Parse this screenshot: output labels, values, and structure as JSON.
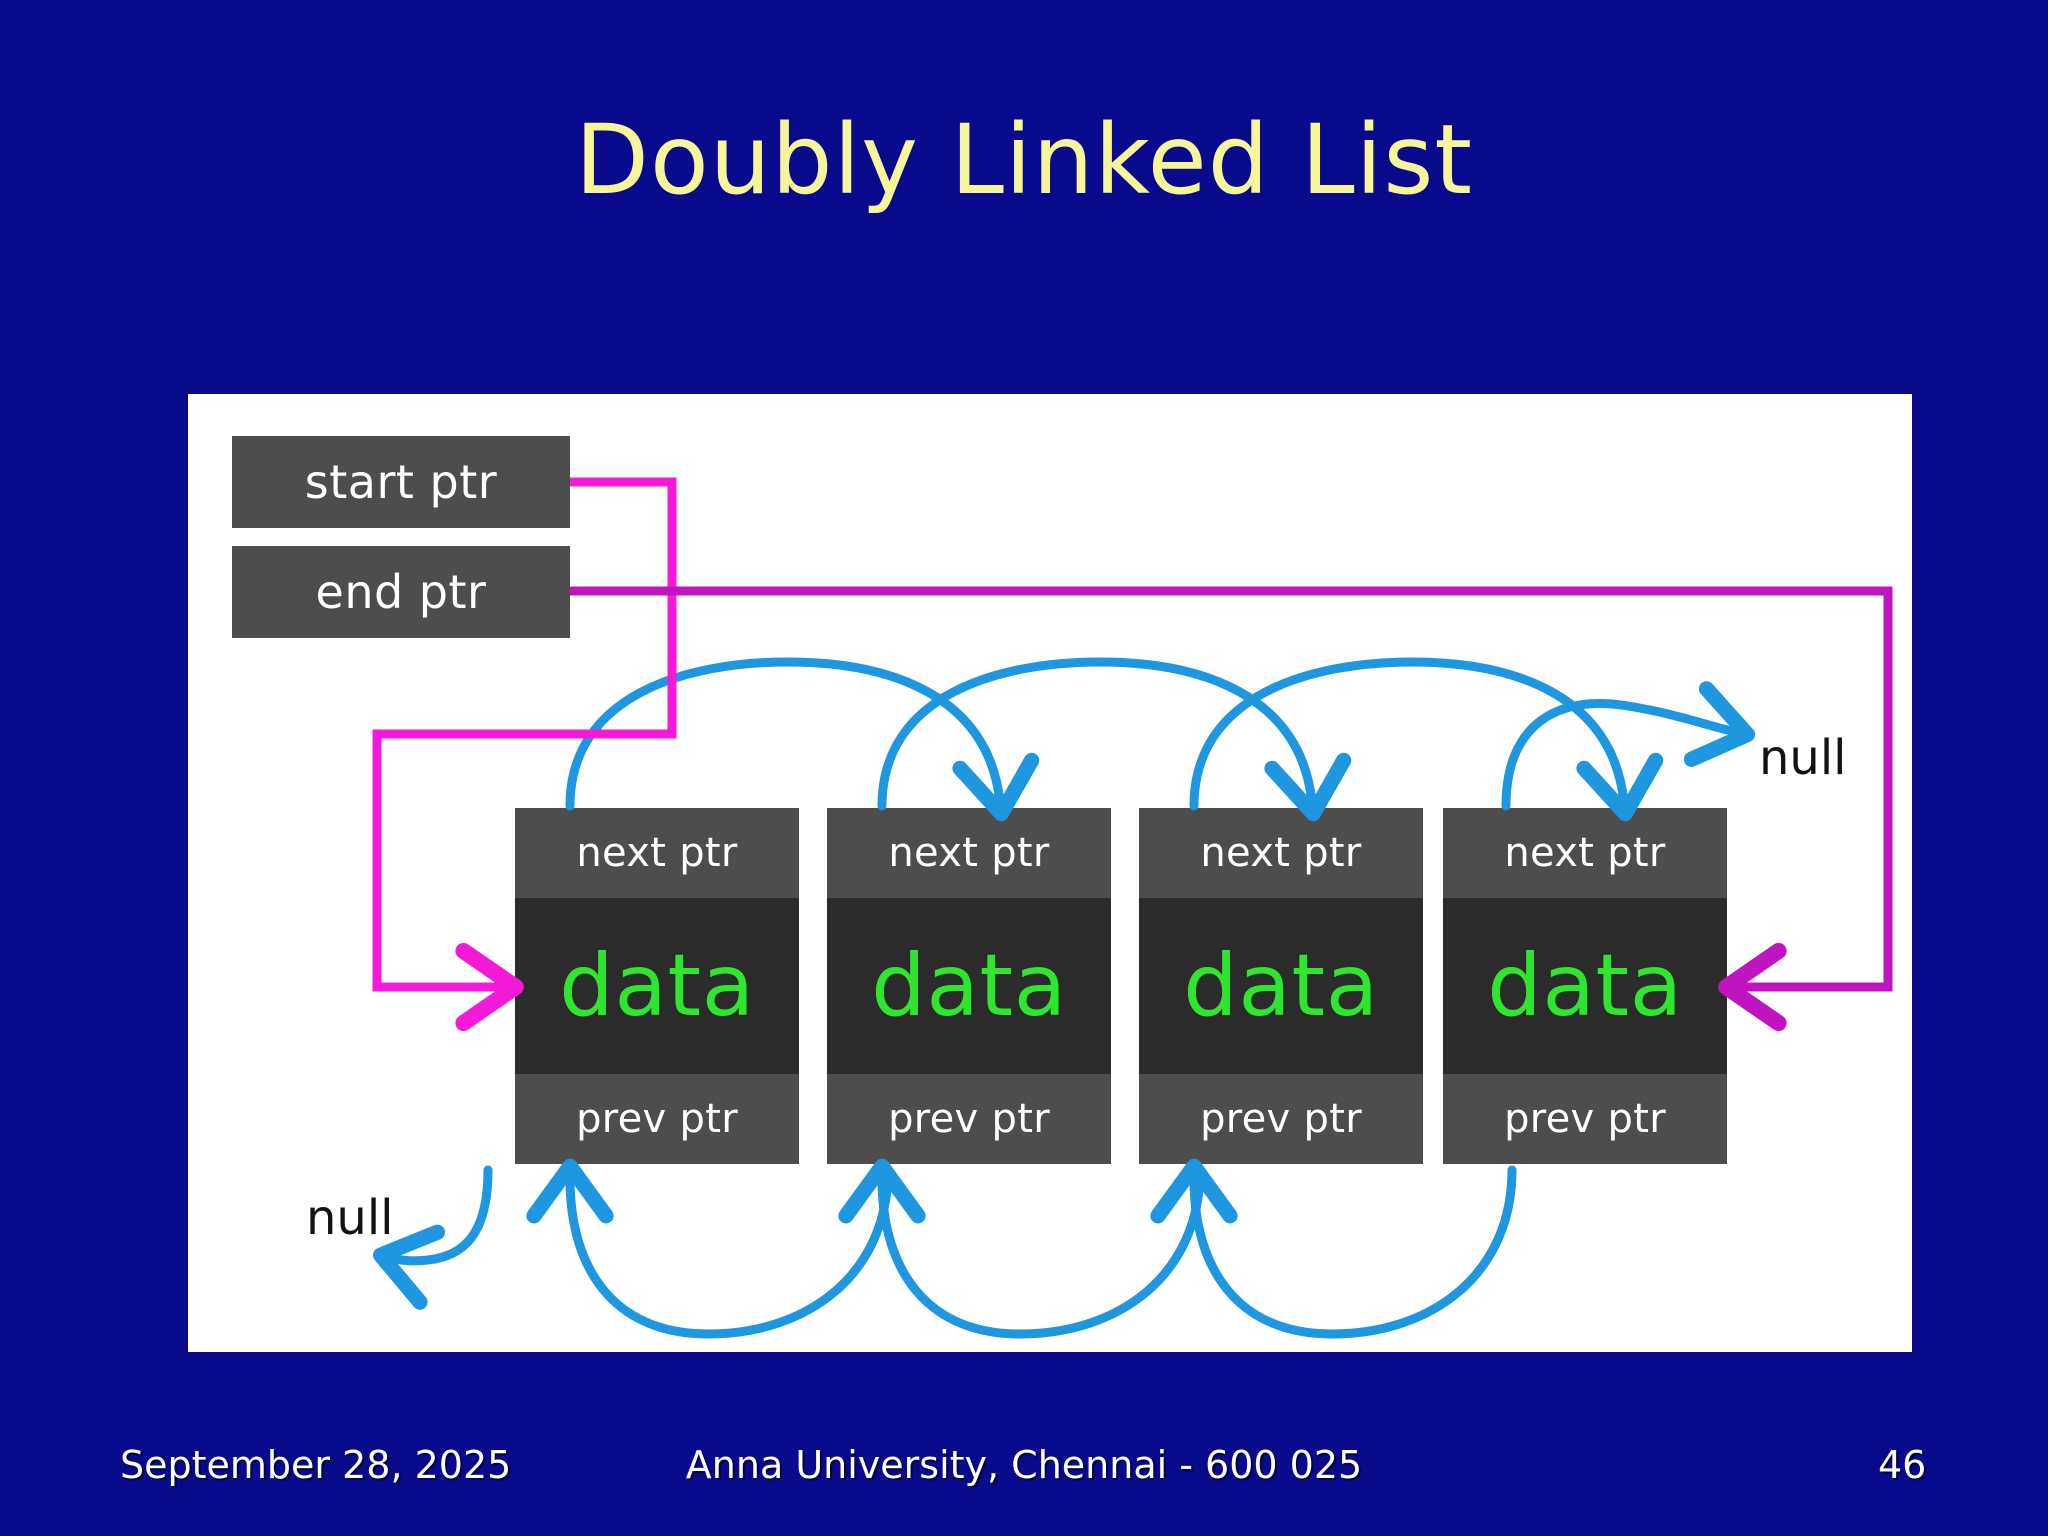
{
  "slide": {
    "title": "Doubly Linked List",
    "background_color": "#0a0a8c",
    "title_color": "#f7f59a",
    "panel_color": "#ffffff"
  },
  "diagram": {
    "pointers": [
      {
        "name": "start-ptr",
        "label": "start ptr"
      },
      {
        "name": "end-ptr",
        "label": "end ptr"
      }
    ],
    "node_labels": {
      "next": "next ptr",
      "data": "data",
      "prev": "prev ptr"
    },
    "nodes": [
      {
        "next": "next ptr",
        "data": "data",
        "prev": "prev ptr"
      },
      {
        "next": "next ptr",
        "data": "data",
        "prev": "prev ptr"
      },
      {
        "next": "next ptr",
        "data": "data",
        "prev": "prev ptr"
      },
      {
        "next": "next ptr",
        "data": "data",
        "prev": "prev ptr"
      }
    ],
    "null_terminators": {
      "next_chain": "null",
      "prev_chain": "null"
    },
    "colors": {
      "node_ptr_cell": "#4d4d4d",
      "node_data_cell": "#2b2b2b",
      "data_text": "#2ee62e",
      "next_prev_arrow": "#1e96e0",
      "start_ptr_arrow": "#f51ad9",
      "end_ptr_arrow": "#c014c0",
      "null_text": "#121212"
    }
  },
  "footer": {
    "date": "September 28, 2025",
    "organization": "Anna University, Chennai - 600 025",
    "page_number": "46"
  }
}
